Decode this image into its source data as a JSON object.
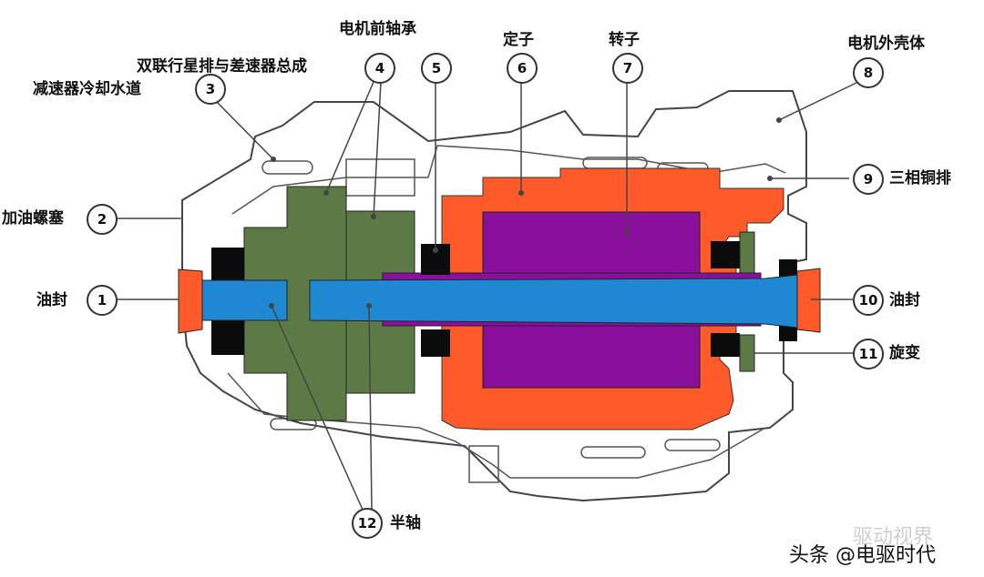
{
  "labels": {
    "p1": "油封",
    "p2": "加油螺塞",
    "p3": "减速器冷却水道",
    "p4": "双联行星排与差速器总成",
    "p5": "电机前轴承",
    "p6": "定子",
    "p7": "转子",
    "p8": "电机外壳体",
    "p9": "三相铜排",
    "p10": "油封",
    "p11": "旋变",
    "p12": "半轴"
  },
  "numbers": {
    "n1": "1",
    "n2": "2",
    "n3": "3",
    "n4": "4",
    "n5": "5",
    "n6": "6",
    "n7": "7",
    "n8": "8",
    "n9": "9",
    "n10": "10",
    "n11": "11",
    "n12": "12"
  },
  "watermark": "驱动视界",
  "credit": "头条 @电驱时代",
  "colors": {
    "shaft": "#1f88d3",
    "stator": "#ff5a2a",
    "rotor": "#8a0f9c",
    "gear": "#5c7a45",
    "bearing": "#0b0b0b",
    "housing_line": "#444444"
  }
}
